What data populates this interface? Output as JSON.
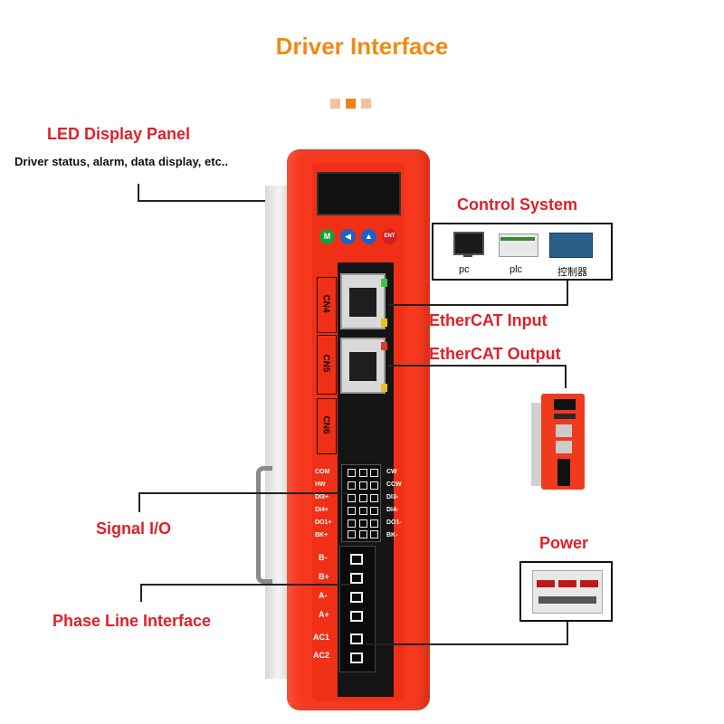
{
  "header": {
    "title": "Driver Interface"
  },
  "colors": {
    "accent_orange": "#f08a14",
    "label_red": "#e0202a",
    "device_red": "#f6391e"
  },
  "callouts": {
    "led": {
      "title": "LED Display Panel",
      "desc": "Driver status, alarm, data display, etc.."
    },
    "control": {
      "title": "Control System",
      "items": [
        "pc",
        "plc",
        "控制器"
      ]
    },
    "ethercat_in": "EtherCAT Input",
    "ethercat_out": "EtherCAT Output",
    "signal": "Signal I/O",
    "power": "Power",
    "phase": "Phase Line Interface"
  },
  "device": {
    "buttons": [
      "M",
      "◀",
      "▲",
      "ENT"
    ],
    "connectors": [
      "CN4",
      "CN5",
      "CN6"
    ],
    "signal_left": [
      "COM",
      "HW",
      "DI3+",
      "DI4+",
      "DO1+",
      "BK+"
    ],
    "signal_right": [
      "CW",
      "CCW",
      "DI3-",
      "DI4-",
      "DO1-",
      "BK-"
    ],
    "phase_labels": [
      "B-",
      "B+",
      "A-",
      "A+",
      "AC1",
      "AC2"
    ]
  }
}
